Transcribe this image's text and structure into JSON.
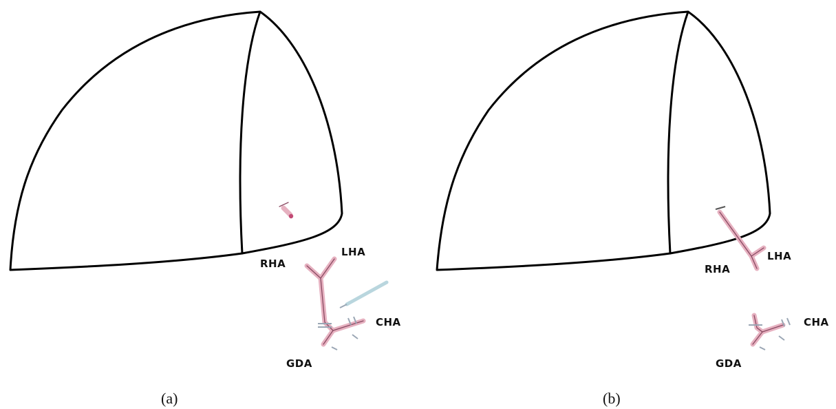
{
  "panels": [
    {
      "caption": "(a)",
      "labels": {
        "rha": "RHA",
        "lha": "LHA",
        "cha": "CHA",
        "gda": "GDA"
      }
    },
    {
      "caption": "(b)",
      "labels": {
        "rha": "RHA",
        "lha": "LHA",
        "cha": "CHA",
        "gda": "GDA"
      }
    }
  ],
  "colors": {
    "outline": "#000000",
    "vessel": "#e6b1c0",
    "vessel_edge": "#8a4a62",
    "clip": "#9aa6b4",
    "scalpel": "#b9d6de"
  },
  "icons": [
    "liver-outline",
    "hepatic-artery-branches",
    "vascular-clip-icon",
    "scalpel-icon"
  ]
}
